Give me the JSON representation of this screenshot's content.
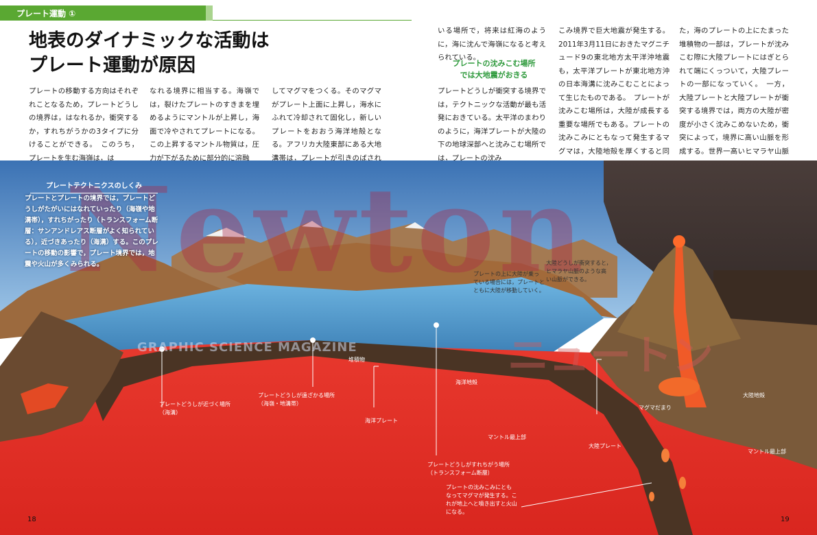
{
  "header": {
    "section_label": "プレート運動 ①",
    "headline_line1": "地表のダイナミックな活動は",
    "headline_line2": "プレート運動が原因"
  },
  "body_columns": [
    "プレートの移動する方向はそれぞれことなるため，プレートどうしの境界は，はなれるか，衝突するか，すれちがうかの3タイプに分けることができる。　このうち，プレートを生む海嶺は，は",
    "なれる境界に相当する。海嶺では，裂けたプレートのすきまを埋めるようにマントルが上昇し，海面で冷やされてプレートになる。この上昇するマントル物質は，圧力が下がるために部分的に溶融",
    "してマグマをつくる。そのマグマがプレート上面に上昇し，海水にふれて冷却されて固化し，新しいプレートをおおう海洋地殻となる。アフリカ大陸東部にある大地溝帯は，プレートが引きのばされて",
    "いる場所で，将来は紅海のように，海に沈んで海嶺になると考えられている。",
    "プレートどうしが衝突する境界では，テクトニックな活動が最も活発におきている。太平洋のまわりのように，海洋プレートが大陸の下の地球深部へと沈みこむ場所では，プレートの沈み",
    "こみ境界で巨大地震が発生する。2011年3月11日におきたマグニチュード9の東北地方太平洋沖地震も，太平洋プレートが東北地方沖の日本海溝に沈みこむことによって生じたものである。　プレートが沈みこむ場所は，大陸が成長する重要な場所でもある。プレートの沈みこみにともなって発生するマグマは，大陸地殻を厚くすると同時に，火山活動で噴出して地殻をおおう。ま",
    "た，海のプレートの上にたまった堆積物の一部は，プレートが沈みこむ際に大陸プレートにはぎとられて端にくっついて，大陸プレートの一部になっていく。　一方，大陸プレートと大陸プレートが衝突する境界では，両方の大陸が密度が小さく沈みこめないため，衝突によって，境界に高い山脈を形成する。世界一高いヒマラヤ山脈もインド亜大陸とアジア大陸の衝突によって生じている。"
  ],
  "subheading": [
    "プレートの沈みこむ場所",
    "では大地震がおきる"
  ],
  "sidebar": {
    "title": "プレートテクトニクスのしくみ",
    "text": "プレートとプレートの境界では，プレートどうしがたがいにはなれていったり（海嶺や地溝帯），すれちがったり（トランスフォーム断層：サンアンドレアス断層がよく知られている），近づきあったり（海溝）する。このプレートの移動の影響で，プレート境界では，地震や火山が多くみられる。"
  },
  "diagram_labels": {
    "approach": [
      "プレートどうしが近づく場所",
      "（海溝）"
    ],
    "separate": [
      "プレートどうしが遠ざかる場所",
      "（海嶺・地溝帯）"
    ],
    "transform": [
      "プレートどうしがすれちがう場所",
      "（トランスフォーム断層）"
    ],
    "sediment": "堆積物",
    "oceanic_crust": "海洋地殻",
    "oceanic_plate": "海洋プレート",
    "upper_mantle_1": "マントル最上部",
    "continental_plate": "大陸プレート",
    "magma_chamber": "マグマだまり",
    "continental_crust": "大陸地殻",
    "upper_mantle_2": "マントル最上部",
    "subduction_note": [
      "プレートの沈みこみにとも",
      "なってマグマが発生する。こ",
      "れが地上へと噴き出すと火山",
      "になる。"
    ],
    "continent_move": [
      "プレートの上に大陸が乗っ",
      "ている場合には，プレートと",
      "ともに大陸が移動していく。"
    ],
    "himalaya_note": [
      "大陸どうしが衝突すると，",
      "ヒマラヤ山脈のような高",
      "い山脈ができる。"
    ]
  },
  "watermark": {
    "main": "Newton",
    "sub": "GRAPHIC SCIENCE MAGAZINE",
    "kana": "ニュートン"
  },
  "page_numbers": {
    "left": "18",
    "right": "19"
  },
  "colors": {
    "accent": "#5aa832",
    "mantle": "#e0302a",
    "ocean": "#3a90c8"
  }
}
